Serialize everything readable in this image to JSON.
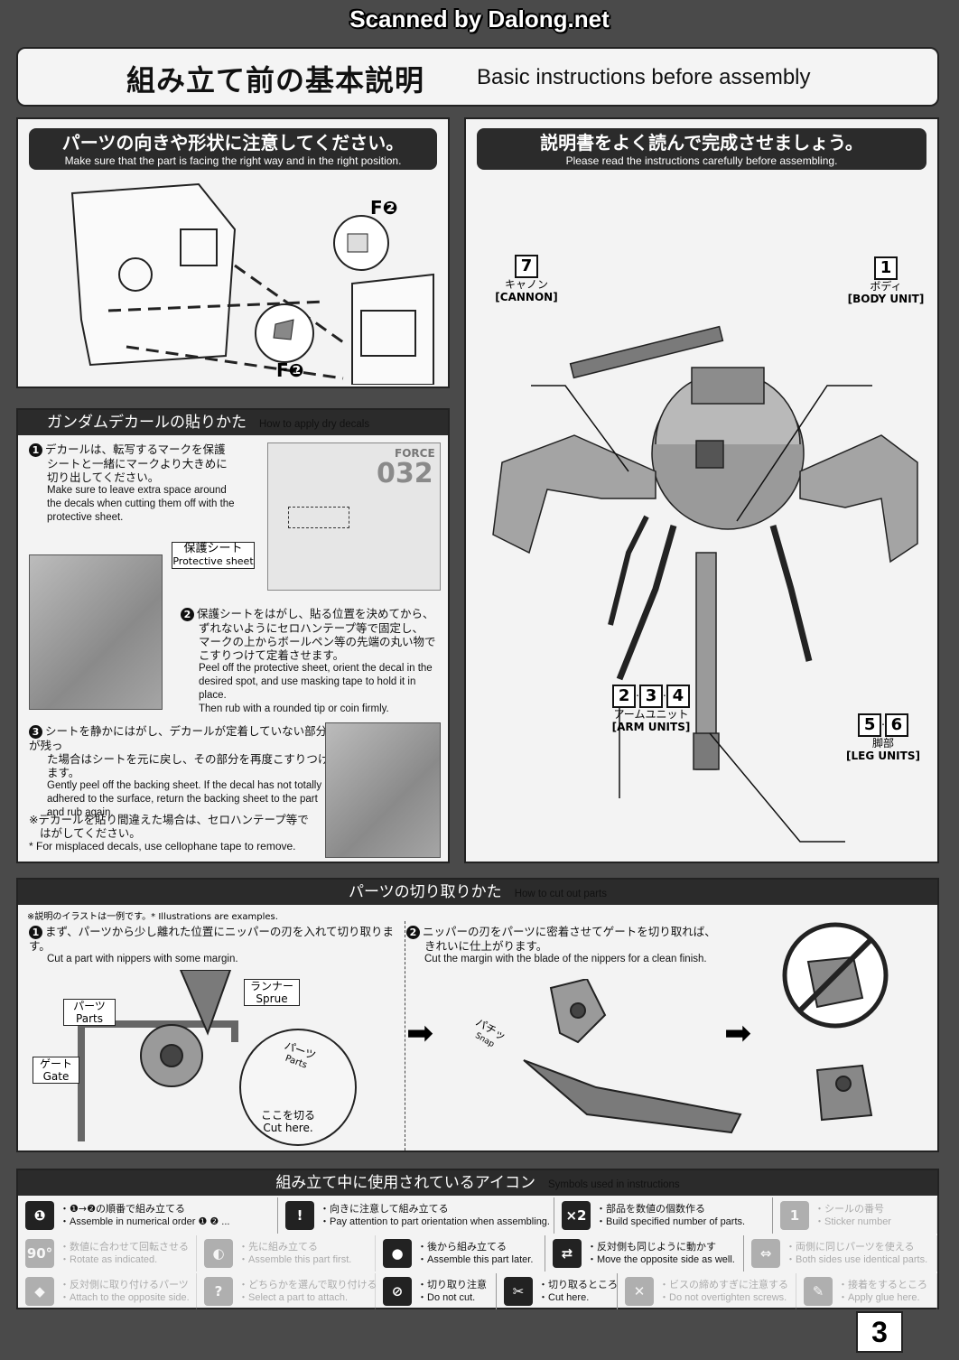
{
  "watermark": "Scanned by Dalong.net",
  "header": {
    "title_jp": "組み立て前の基本説明",
    "title_en": "Basic instructions before assembly"
  },
  "orientation": {
    "heading_jp": "パーツの向きや形状に注意してください。",
    "heading_en": "Make sure that the part is facing the right way and in the right position.",
    "label_top": "F❷",
    "label_bottom": "F❷"
  },
  "read": {
    "heading_jp": "説明書をよく読んで完成させましょう。",
    "heading_en": "Please read the instructions carefully before assembling.",
    "cannon": {
      "num": "7",
      "jp": "キャノン",
      "en": "[CANNON]"
    },
    "body": {
      "num": "1",
      "jp": "ボディ",
      "en": "[BODY UNIT]"
    },
    "arms": {
      "nums": [
        "2",
        "3",
        "4"
      ],
      "jp": "アームユニット",
      "en": "[ARM UNITS]"
    },
    "legs": {
      "nums": [
        "5",
        "6"
      ],
      "jp": "脚部",
      "en": "[LEG UNITS]"
    }
  },
  "decal": {
    "heading_jp": "ガンダムデカールの貼りかた",
    "heading_en": "How to apply dry decals",
    "step1_jp": [
      "デカールは、転写するマークを保護",
      "シートと一緒にマークより大きめに",
      "切り出してください。"
    ],
    "step1_en": [
      "Make sure to leave extra space around",
      "the decals when cutting them off with the",
      "protective sheet."
    ],
    "sheet_jp": "保護シート",
    "sheet_en": "Protective sheet",
    "decal_text": "032",
    "decal_text2": "FORCE",
    "step2_jp": [
      "保護シートをはがし、貼る位置を決めてから、",
      "ずれないようにセロハンテープ等で固定し、",
      "マークの上からボールペン等の先端の丸い物で",
      "こすりつけて定着させます。"
    ],
    "step2_en": [
      "Peel off the protective sheet, orient the decal in the",
      "desired spot, and use masking tape to hold it in place.",
      "Then rub with a rounded tip or coin firmly."
    ],
    "step3_jp": [
      "シートを静かにはがし、デカールが定着していない部分が残っ",
      "た場合はシートを元に戻し、その部分を再度こすりつけます。"
    ],
    "step3_en": [
      "Gently peel off the backing sheet. If the decal has not totally",
      "adhered to the surface, return the backing sheet to the part",
      "and rub again."
    ],
    "note_jp": [
      "※デカールを貼り間違えた場合は、セロハンテープ等で",
      "はがしてください。"
    ],
    "note_en": "* For misplaced decals, use cellophane tape to remove."
  },
  "cutting": {
    "heading_jp": "パーツの切り取りかた",
    "heading_en": "How to cut out parts",
    "note": "※説明のイラストは一例です。* Illustrations are examples.",
    "step1_jp": "まず、パーツから少し離れた位置にニッパーの刃を入れて切り取ります。",
    "step1_en": "Cut a part with nippers with some margin.",
    "step2_jp": [
      "ニッパーの刃をパーツに密着させてゲートを切り取れば、",
      "きれいに仕上がります。"
    ],
    "step2_en": "Cut the margin with the blade of the nippers for a clean finish.",
    "parts_jp": "パーツ",
    "parts_en": "Parts",
    "sprue_jp": "ランナー",
    "sprue_en": "Sprue",
    "gate_jp": "ゲート",
    "gate_en": "Gate",
    "cut_jp": "ここを切る",
    "cut_en": "Cut here.",
    "snap_jp": "パチッ",
    "snap_en": "Snap",
    "zoom_jp": "パーツ",
    "zoom_en": "Parts"
  },
  "symbols": {
    "heading_jp": "組み立て中に使用されているアイコン",
    "heading_en": "Symbols used in instructions",
    "rows": [
      [
        {
          "icon": "step-number-icon",
          "jp": "・❶→❷の順番で組み立てる",
          "en": "・Assemble in numerical order ❶ ❷ ...",
          "faded": false
        },
        {
          "icon": "attention-icon",
          "jp": "・向きに注意して組み立てる",
          "en": "・Pay attention to part orientation when assembling.",
          "faded": false
        },
        {
          "icon": "multiply-icon",
          "jp": "・部品を数値の個数作る",
          "en": "・Build specified number of parts.",
          "faded": false
        },
        {
          "icon": "sticker-icon",
          "jp": "・シールの番号",
          "en": "・Sticker number",
          "faded": true
        }
      ],
      [
        {
          "icon": "rotate-icon",
          "jp": "・数値に合わせて回転させる",
          "en": "・Rotate as indicated.",
          "faded": true
        },
        {
          "icon": "assemble-first-icon",
          "jp": "・先に組み立てる",
          "en": "・Assemble this part first.",
          "faded": true
        },
        {
          "icon": "assemble-later-icon",
          "jp": "・後から組み立てる",
          "en": "・Assemble this part later.",
          "faded": false
        },
        {
          "icon": "opposite-side-icon",
          "jp": "・反対側も同じように動かす",
          "en": "・Move the opposite side as well.",
          "faded": false
        },
        {
          "icon": "both-sides-icon",
          "jp": "・両側に同じパーツを使える",
          "en": "・Both sides use identical parts.",
          "faded": true
        }
      ],
      [
        {
          "icon": "attach-opposite-icon",
          "jp": "・反対側に取り付けるパーツ",
          "en": "・Attach to the opposite side.",
          "faded": true
        },
        {
          "icon": "select-part-icon",
          "jp": "・どちらかを選んで取り付ける",
          "en": "・Select a part to attach.",
          "faded": true
        },
        {
          "icon": "do-not-cut-icon",
          "jp": "・切り取り注意",
          "en": "・Do not cut.",
          "faded": false
        },
        {
          "icon": "cut-here-icon",
          "jp": "・切り取るところ",
          "en": "・Cut here.",
          "faded": false
        },
        {
          "icon": "screw-icon",
          "jp": "・ビスの締めすぎに注意する",
          "en": "・Do not overtighten screws.",
          "faded": true
        },
        {
          "icon": "glue-icon",
          "jp": "・接着をするところ",
          "en": "・Apply glue here.",
          "faded": true
        }
      ]
    ]
  },
  "page_number": "3"
}
